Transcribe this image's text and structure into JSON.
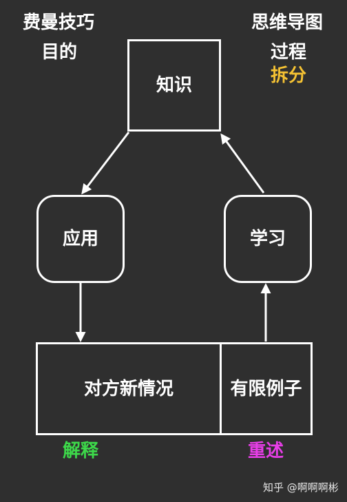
{
  "header": {
    "left_line1": "费曼技巧",
    "left_line2": "目的",
    "right_line1": "思维导图",
    "right_line2": "过程",
    "right_line3": "拆分"
  },
  "nodes": {
    "knowledge": "知识",
    "apply": "应用",
    "learn": "学习",
    "new_situation": "对方新情况",
    "limited_examples": "有限例子"
  },
  "footer": {
    "explain": "解释",
    "restate": "重述"
  },
  "watermark": "知乎 @啊啊啊彬",
  "colors": {
    "background": "#2f2f2f",
    "line": "#ffffff",
    "highlight_yellow": "#f5c233",
    "highlight_green": "#3dd94a",
    "highlight_magenta": "#e83ee8"
  }
}
